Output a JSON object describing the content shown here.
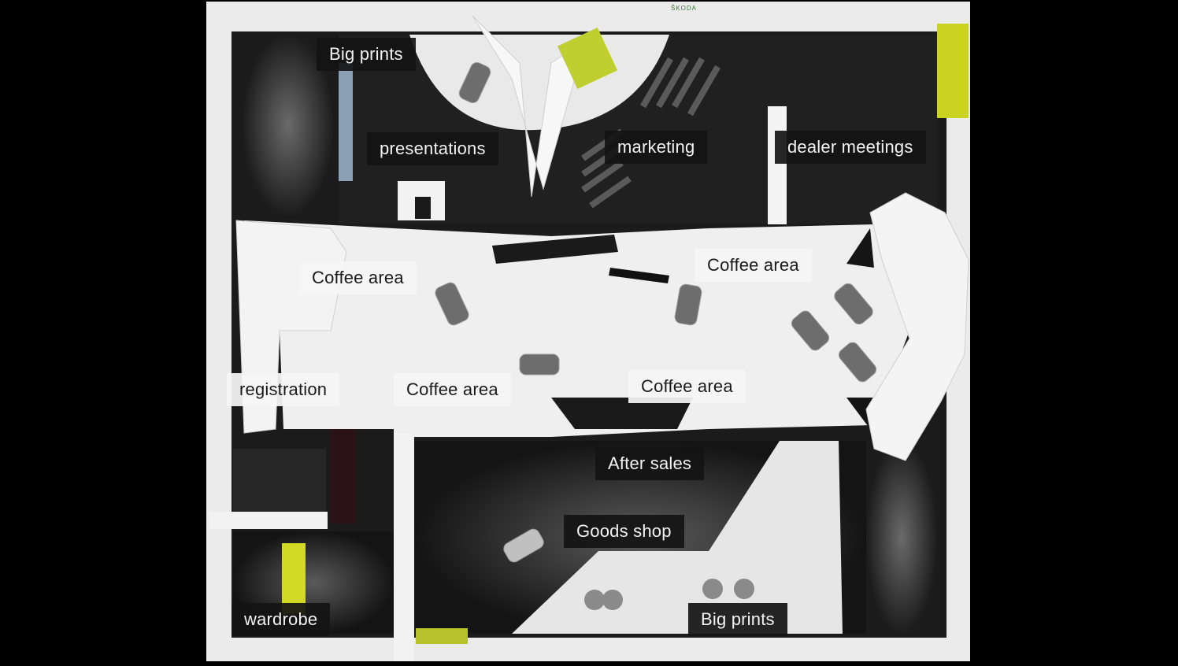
{
  "brand": {
    "logo_text": "ŠKODA",
    "color": "#3a7d3a"
  },
  "floorplan": {
    "background": "#000000",
    "floor_light": "#f0f0f0",
    "floor_dark": "#1e1e1e",
    "accent_yellow": "#d6e02a"
  },
  "areas": {
    "big_prints_top": "Big prints",
    "presentations": "presentations",
    "marketing": "marketing",
    "dealer_meetings": "dealer meetings",
    "coffee_left": "Coffee area",
    "coffee_right_top": "Coffee area",
    "coffee_center": "Coffee area",
    "coffee_right_bottom": "Coffee area",
    "registration": "registration",
    "after_sales": "After sales",
    "goods_shop": "Goods shop",
    "wardrobe": "wardrobe",
    "big_prints_bottom": "Big prints"
  }
}
